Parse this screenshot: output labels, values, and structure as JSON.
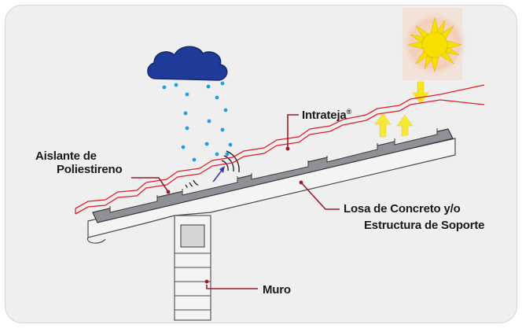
{
  "labels": {
    "insulation_line1": "Aislante de",
    "insulation_line2": "Poliestireno",
    "intrateja": "Intrateja",
    "intrateja_mark": "®",
    "slab_line1": "Losa de Concreto y/o",
    "slab_line2": "Estructura de Soporte",
    "wall": "Muro"
  },
  "icons": [
    "sun-icon",
    "rain-cloud-icon",
    "sound-wave-icon"
  ],
  "colors": {
    "panel_bg": "#efeff0",
    "leader_red": "#9b1c2a",
    "roof_tile_red": "#e0202a",
    "cloud_blue": "#1f3b9a",
    "rain_blue": "#1aa3de",
    "sun_yellow": "#f7e000",
    "heat_arrow_yellow": "#f8e61c",
    "insulation_gray": "#8f9196"
  }
}
